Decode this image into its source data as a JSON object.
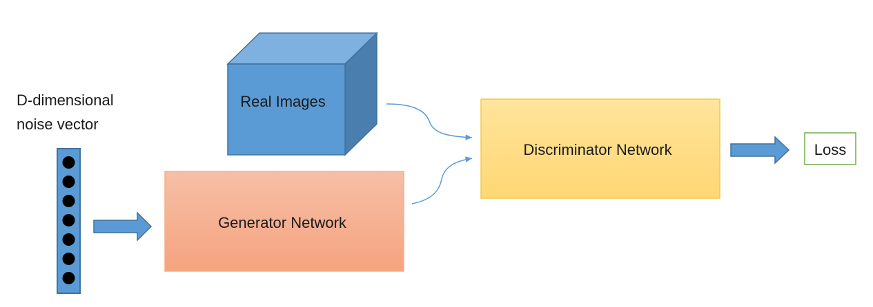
{
  "noise_input": {
    "label_line1": "D-dimensional",
    "label_line2": "noise vector",
    "node_count": 7
  },
  "real_images": {
    "label": "Real Images"
  },
  "generator": {
    "label": "Generator Network"
  },
  "discriminator": {
    "label": "Discriminator Network"
  },
  "loss": {
    "label": "Loss"
  },
  "colors": {
    "blue_fill": "#5b9bd5",
    "blue_top": "#7eb0e0",
    "blue_side": "#4a7eae",
    "blue_stroke": "#41719c",
    "generator_top": "#f6bfa6",
    "generator_bottom": "#f5a37f",
    "generator_stroke": "#f4b183",
    "discriminator_top": "#ffe49c",
    "discriminator_bottom": "#ffd774",
    "discriminator_stroke": "#f2c94c",
    "loss_stroke": "#70ad47",
    "connector": "#5b9bd5",
    "node": "#000000"
  }
}
